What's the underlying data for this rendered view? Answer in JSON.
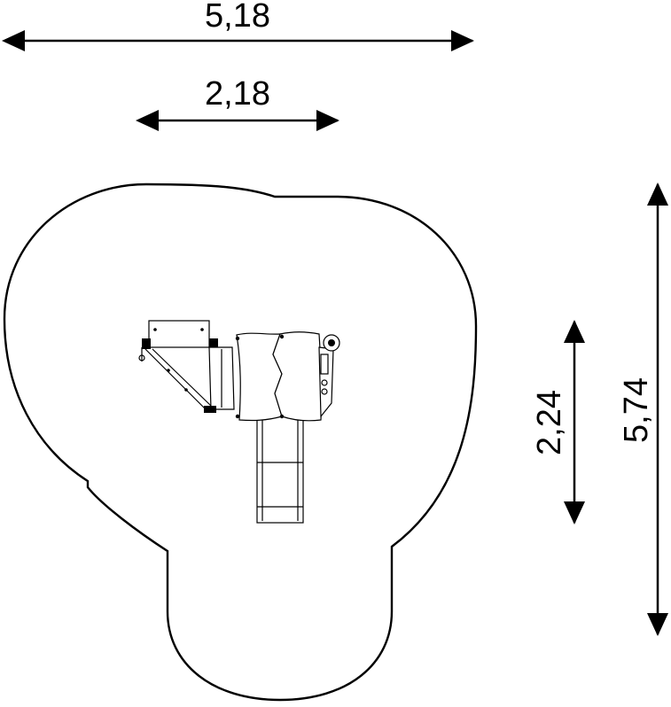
{
  "dimensions": {
    "total_width": "5,18",
    "equipment_width": "2,18",
    "equipment_depth": "2,24",
    "total_depth": "5,74"
  }
}
